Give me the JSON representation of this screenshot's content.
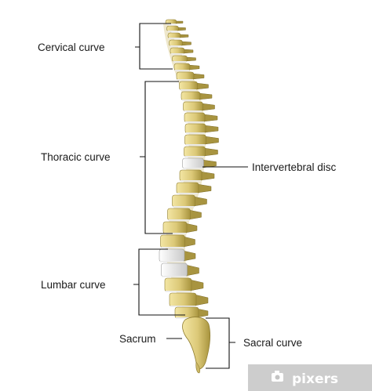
{
  "labels": {
    "cervical": "Cervical curve",
    "thoracic": "Thoracic curve",
    "intervertebral": "Intervertebral disc",
    "lumbar": "Lumbar curve",
    "sacrum": "Sacrum",
    "sacral": "Sacral curve"
  },
  "watermark": "pixers",
  "colors": {
    "bone": "#e0cf7e",
    "bone_dark": "#a89440",
    "disc": "#e9e9e9",
    "line": "#111111",
    "text": "#1a1a1a"
  }
}
